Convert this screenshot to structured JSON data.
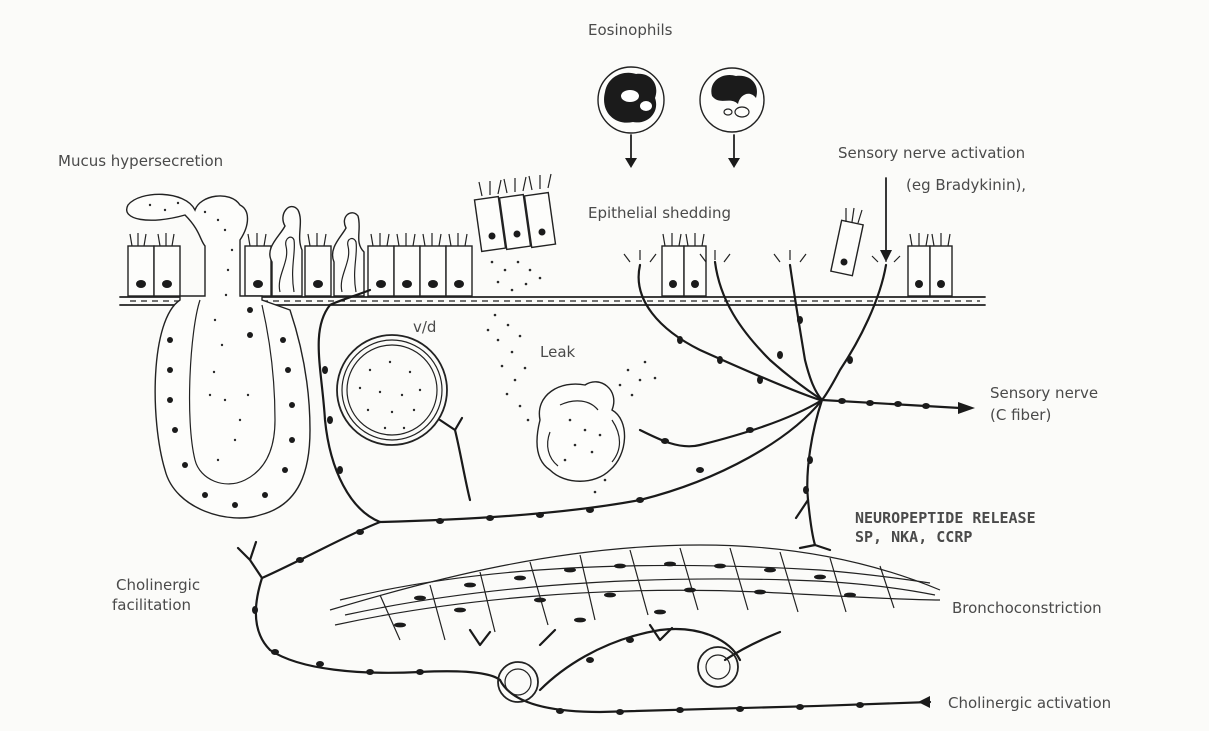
{
  "labels": {
    "eosinophils": "Eosinophils",
    "mucus": "Mucus hypersecretion",
    "sensory_activation": "Sensory nerve activation",
    "bradykinin": "(eg Bradykinin),",
    "epithelial_shedding": "Epithelial shedding",
    "vd": "v/d",
    "leak": "Leak",
    "sensory_nerve": "Sensory nerve",
    "c_fiber": "(C fiber)",
    "neuropeptide_1": "NEUROPEPTIDE RELEASE",
    "neuropeptide_2": "SP, NKA, CCRP",
    "cholinergic_fac_1": "Cholinergic",
    "cholinergic_fac_2": "facilitation",
    "bronchoconstriction": "Bronchoconstriction",
    "cholinergic_activation": "Cholinergic activation"
  }
}
